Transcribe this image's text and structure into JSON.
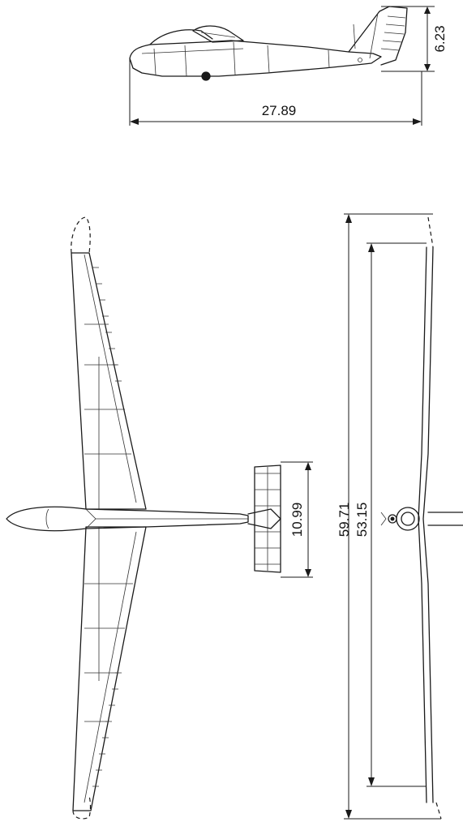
{
  "dimensions": {
    "height": "6.23",
    "length": "27.89",
    "tailplane_span": "10.99",
    "overall_span": "59.71",
    "inner_span": "53.15"
  },
  "colors": {
    "ink": "#1a1a1a",
    "background": "#ffffff"
  }
}
